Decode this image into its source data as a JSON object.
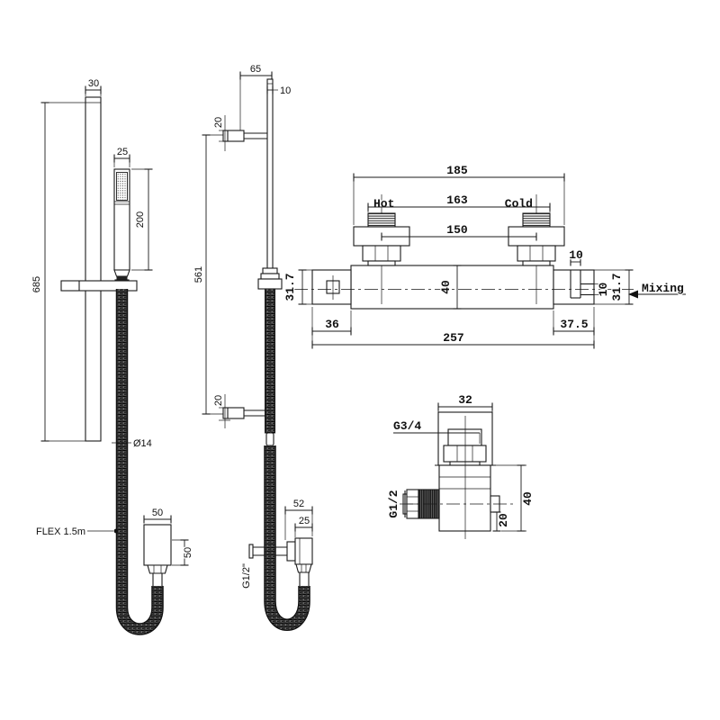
{
  "colors": {
    "line": "#1a1a1a",
    "background": "#ffffff"
  },
  "rail_front_view": {
    "rail_width": "30",
    "rail_height": "685",
    "handset_width": "25",
    "handset_length": "200",
    "hose_diameter": "Ø14",
    "flex_label": "FLEX 1.5m",
    "outlet_width": "50",
    "outlet_height": "50"
  },
  "rail_side_view": {
    "bracket_offset": "65",
    "rail_diameter": "10",
    "top_bracket_width": "20",
    "bracket_spacing": "561",
    "bottom_bracket_width": "20",
    "outlet_elbow_depth": "52",
    "outlet_elbow_body": "25",
    "outlet_thread": "G1/2\""
  },
  "valve_front_view": {
    "hot_label": "Hot",
    "cold_label": "Cold",
    "mixing_label": "Mixing",
    "plate_span": "185",
    "thread_span": "163",
    "inlet_centres": "150",
    "body_height": "40",
    "left_end_height": "31.7",
    "right_end_height": "31.7",
    "left_end_width": "36",
    "right_end_width": "37.5",
    "outlet_step_width": "10",
    "outlet_height": "10",
    "overall_length": "257"
  },
  "valve_side_view": {
    "body_width": "32",
    "top_thread": "G3/4",
    "inlet_thread": "G1/2",
    "body_height": "40",
    "outlet_offset": "20"
  }
}
